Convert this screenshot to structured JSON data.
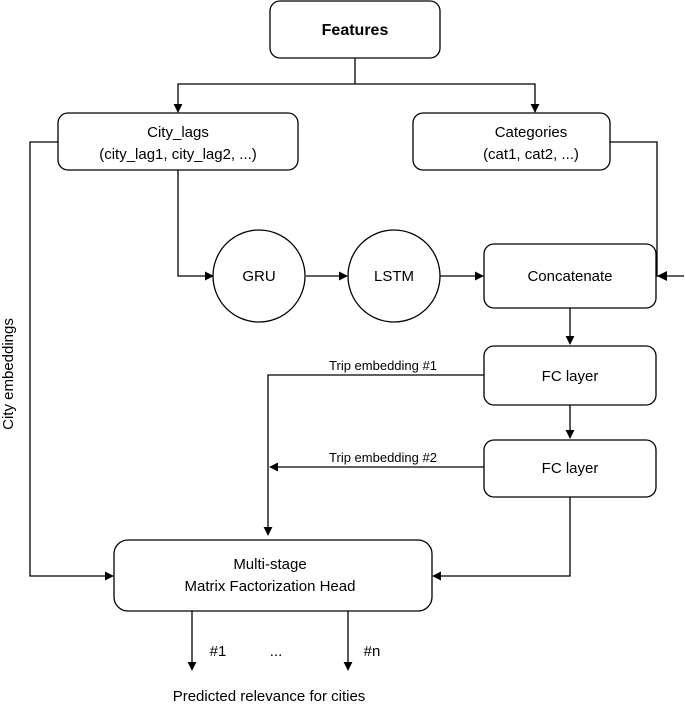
{
  "nodes": {
    "features": {
      "label": "Features"
    },
    "city_lags": {
      "line1": "City_lags",
      "line2": "(city_lag1, city_lag2, ...)"
    },
    "categories": {
      "line1": "Categories",
      "line2": "(cat1, cat2, ...)"
    },
    "gru": {
      "label": "GRU"
    },
    "lstm": {
      "label": "LSTM"
    },
    "concatenate": {
      "label": "Concatenate"
    },
    "fc_layer_1": {
      "label": "FC layer"
    },
    "fc_layer_2": {
      "label": "FC layer"
    },
    "mf_head": {
      "line1": "Multi-stage",
      "line2": "Matrix Factorization Head"
    }
  },
  "edge_labels": {
    "city_embeddings": "City embeddings",
    "trip_embedding_1": "Trip embedding #1",
    "trip_embedding_2": "Trip embedding #2",
    "output_1": "#1",
    "output_ellipsis": "...",
    "output_n": "#n"
  },
  "footer": {
    "label": "Predicted relevance for cities"
  }
}
